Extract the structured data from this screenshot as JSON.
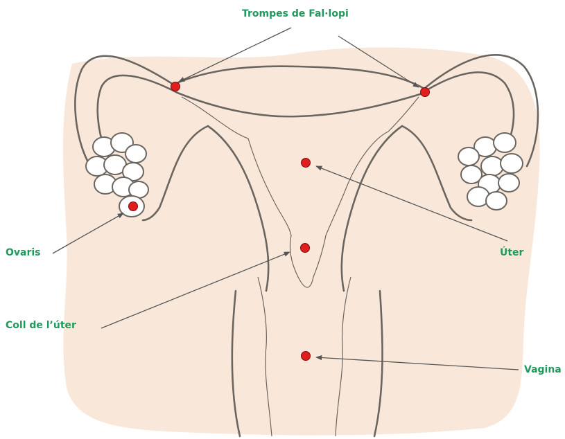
{
  "labels": {
    "trompes": "Trompes de Fal·lopi",
    "ovaris": "Ovaris",
    "coll": "Coll de l’úter",
    "uter": "Úter",
    "vagina": "Vagina"
  },
  "colors": {
    "label": "#1f9a5c",
    "background_blob": "#f9e8da",
    "outline": "#6b6560",
    "marker": "#e01e1e",
    "arrow": "#555555"
  }
}
